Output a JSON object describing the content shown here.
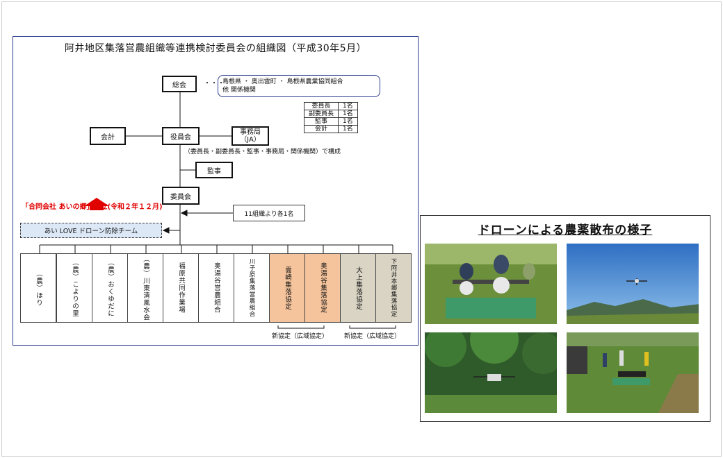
{
  "org_chart": {
    "title": "阿井地区集落営農組織等連携検討委員会の組織図（平成30年5月）",
    "general_meeting": "総会",
    "ellipsis": "・・・",
    "related_orgs": "島根県 ・ 奥出雲町 ・ 島根県農業協同組合\n他  関係機関",
    "accounting": "会計",
    "board": "役員会",
    "secretariat": "事務局\n（JA）",
    "board_note": "（委員長・副委員長・監事・事務局・関係機関）で構成",
    "auditor": "監事",
    "committee": "委員会",
    "members_note": "11組織より各1名",
    "company_note": "「合同会社 あいの郷」設立(令和２年１２月)",
    "drone_team": "あい LOVE ドローン防除チーム",
    "officers": [
      {
        "role": "委員長",
        "count": "1名"
      },
      {
        "role": "副委員長",
        "count": "1名"
      },
      {
        "role": "監事",
        "count": "1名"
      },
      {
        "role": "会計",
        "count": "1名"
      }
    ],
    "organizations": [
      {
        "name": "（農）ほり",
        "style": "plain"
      },
      {
        "name": "（農）こよりの里",
        "style": "plain"
      },
      {
        "name": "（農）おくゆだに",
        "style": "plain"
      },
      {
        "name": "（農）川東清風水会",
        "style": "plain"
      },
      {
        "name": "福原共同作業場",
        "style": "plain"
      },
      {
        "name": "奥湯谷営農組合",
        "style": "plain"
      },
      {
        "name": "川子原集落営農組合",
        "style": "plain"
      },
      {
        "name": "雲崎集落協定",
        "style": "orange"
      },
      {
        "name": "奥湯谷集落協定",
        "style": "orange"
      },
      {
        "name": "大上集落協定",
        "style": "beige"
      },
      {
        "name": "下阿井本郷集落協定",
        "style": "beige"
      }
    ],
    "new_agreement_1": "新協定（広域協定）",
    "new_agreement_2": "新協定（広域協定）",
    "colors": {
      "orange": "#f5c49c",
      "beige": "#d9d4c4",
      "red": "#e00000",
      "team_fill": "#dce8f6",
      "border": "#2b3a8c"
    }
  },
  "photo_panel": {
    "title": "ドローンによる農薬散布の様子",
    "photos": [
      {
        "icon": "drone-photo-people-loading"
      },
      {
        "icon": "drone-photo-sky"
      },
      {
        "icon": "drone-photo-forest"
      },
      {
        "icon": "drone-photo-field"
      }
    ]
  }
}
